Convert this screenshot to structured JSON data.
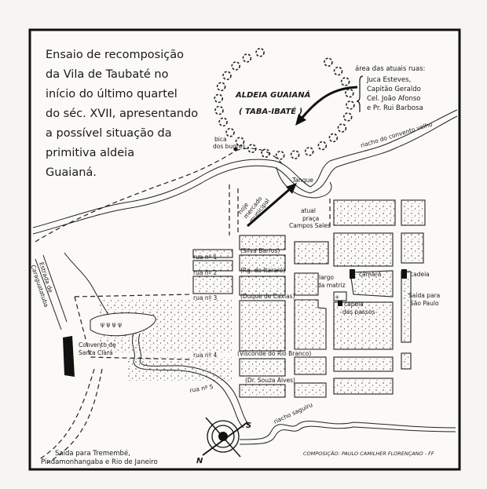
{
  "title_lines": [
    "Ensaio de recomposição",
    "da Vila de Taubaté no",
    "início do último quartel",
    "do séc. XVII, apresentando",
    "a possível situação da",
    "primitiva aldeia",
    "Guaianá."
  ],
  "aldeia": {
    "name": "ALDEIA GUAIANÁ",
    "alt": "( TABA-IBATÉ )"
  },
  "area_note": {
    "heading": "área das atuais ruas:",
    "lines": [
      "Juca Esteves,",
      "Capitão Geraldo",
      "Cel. João Afonso",
      "e Pr. Rui Barbosa"
    ]
  },
  "places": {
    "bica": [
      "bica",
      "dos bugres"
    ],
    "riacho_convento": "riacho do convento velho",
    "tanque": "Tanque",
    "mercado": [
      "hoje",
      "mercado",
      "municipal"
    ],
    "praca": [
      "atual",
      "praça",
      "Campos Sales"
    ],
    "largo": [
      "largo",
      "da matriz"
    ],
    "camara": "câmara",
    "cadeia": "cadeia",
    "capela": [
      "capela",
      "dos passos"
    ],
    "saida_sp": [
      "Saída para",
      "São Paulo"
    ],
    "convento": [
      "Convento de",
      "Santa Clara"
    ],
    "estrada": [
      "Estrada de",
      "Caraguatatuba"
    ],
    "riacho_saguiru": "riacho saguiru",
    "saida_rio": [
      "Saída para Tremembé,",
      "Pindamonhangaba e Rio de Janeiro"
    ],
    "credit": "COMPOSIÇÃO: PAULO CAMILHER FLORENÇANO - FF"
  },
  "streets": {
    "rua1": "rua nº 1",
    "rua1_name": "(Silva Barros)",
    "rua2": "rua nº 2",
    "rua2_name": "(Rg. do Itararé)",
    "rua3": "rua nº 3",
    "rua3_name": "(Duque de Caxias)",
    "rua4": "rua nº 4",
    "rua4_name": "(Visconde do Rio Branco)",
    "rua5": "rua nº 5",
    "rua5_name": "(Dr. Souza Alves)"
  },
  "compass": {
    "north": "N",
    "south": "S"
  }
}
